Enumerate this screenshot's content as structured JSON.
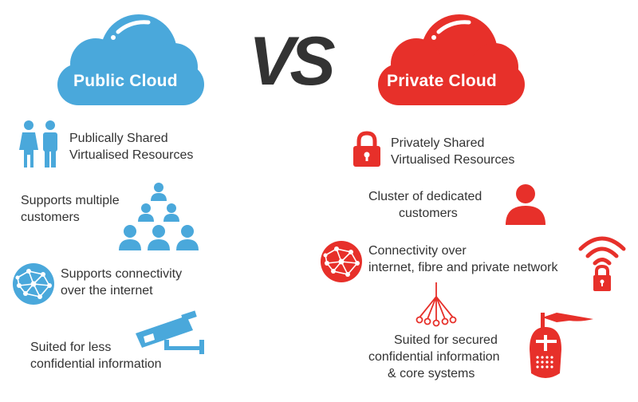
{
  "colors": {
    "public": "#4aa8db",
    "private": "#e7302a",
    "text": "#333333",
    "vs": "#333333"
  },
  "header": {
    "public_label": "Public Cloud",
    "vs_label": "VS",
    "private_label": "Private Cloud"
  },
  "public_items": [
    {
      "icon": "people-icon",
      "lines": [
        "Publically Shared",
        "Virtualised Resources"
      ]
    },
    {
      "icon": "customer-pyramid-icon",
      "lines": [
        "Supports multiple",
        "customers"
      ]
    },
    {
      "icon": "globe-network-icon",
      "lines": [
        "Supports connectivity",
        "over the internet"
      ]
    },
    {
      "icon": "security-camera-icon",
      "lines": [
        "Suited for less",
        "confidential information"
      ]
    }
  ],
  "private_items": [
    {
      "icon": "padlock-icon",
      "lines": [
        "Privately Shared",
        "Virtualised Resources"
      ]
    },
    {
      "icon": "person-icon",
      "lines": [
        "Cluster of dedicated",
        "customers"
      ]
    },
    {
      "icon": "globe-network-icon",
      "lines": [
        "Connectivity over",
        "internet, fibre and private network"
      ]
    },
    {
      "icon": "secure-wifi-icon",
      "lines": []
    },
    {
      "icon": "fibre-network-icon",
      "lines": []
    },
    {
      "icon": "knight-helmet-icon",
      "lines": [
        "Suited for secured",
        "confidential information",
        "& core systems"
      ]
    }
  ]
}
